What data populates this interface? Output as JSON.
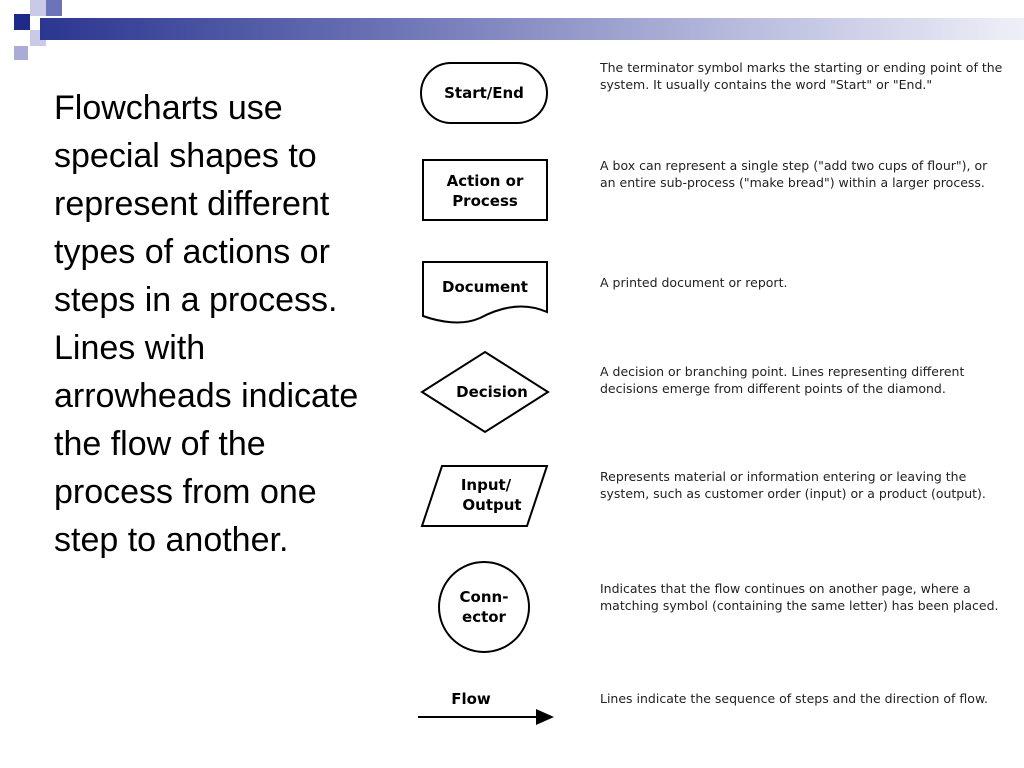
{
  "slide": {
    "body_text": "Flowcharts use special shapes to represent different types of actions or steps in a process. Lines with arrowheads indicate the flow of the process from one step to another."
  },
  "symbols": [
    {
      "name": "Start/End",
      "description": "The terminator symbol marks the starting or ending point of the system. It usually contains the word \"Start\" or \"End.\""
    },
    {
      "name_line1": "Action or",
      "name_line2": "Process",
      "description": "A box can represent a single step (\"add two cups of flour\"), or an entire sub-process (\"make bread\") within a larger process."
    },
    {
      "name": "Document",
      "description": "A printed document or report."
    },
    {
      "name": "Decision",
      "description": "A decision or branching point. Lines representing different decisions emerge from different points of the diamond."
    },
    {
      "name_line1": "Input/",
      "name_line2": "Output",
      "description": "Represents material or information entering or leaving the system, such as customer order (input) or a product (output)."
    },
    {
      "name_line1": "Conn-",
      "name_line2": "ector",
      "description": "Indicates that the flow continues on another page, where a matching symbol (containing the same letter) has been placed."
    },
    {
      "name": "Flow",
      "description": "Lines indicate the sequence of steps and the direction of flow."
    }
  ]
}
